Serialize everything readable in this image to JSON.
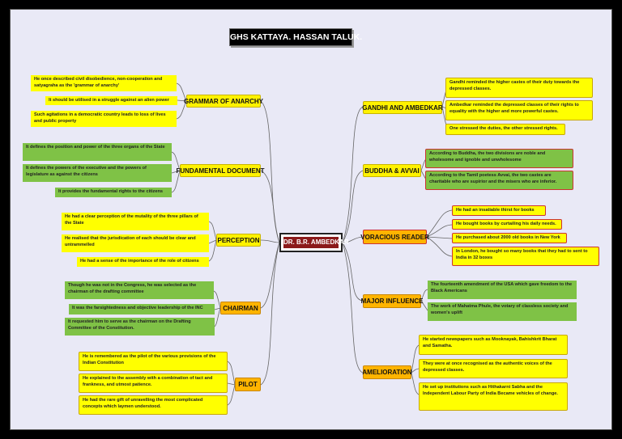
{
  "title": "GHS KATTAYA. HASSAN TALUK.",
  "center": "DR. B.R. AMBEDKAR",
  "colors": {
    "yellow": "#fff200",
    "orange": "#ffb400",
    "green": "#7fc246",
    "center": "#8b1a1a",
    "background": "#e9e9f6"
  },
  "left": [
    {
      "label": "GRAMMAR OF ANARCHY",
      "notes": [
        "He once described civil disobedience, non-cooperation  and satyagraha as the 'grammar of anarchy'",
        "It should be utilised in a struggle against an alien power",
        "Such agitations in a democratic country leads to loss of lives and public property"
      ]
    },
    {
      "label": "FUNDAMENTAL DOCUMENT",
      "notes": [
        "It defines the position and power of the three organs of the State",
        "It defines the powers of the executive and the powers of legislature as against the citizens",
        "It provides the fundamental rights to the citizens"
      ]
    },
    {
      "label": "PERCEPTION",
      "notes": [
        "He had a clear perception of the mutality of the three pillars of the State",
        "He realised that the jurisdication of each should be clear and untrammelled",
        "He had a sense of the importance of the role of citizens"
      ]
    },
    {
      "label": "CHAIRMAN",
      "notes": [
        "Though he was not in the Congress, he was selected as the chairman of the drafting committee",
        "It was the farsightedness and objective leadership of the INC",
        "It requested him to serve as the chairman on the Drafting Committee of the Constitution."
      ]
    },
    {
      "label": "PILOT",
      "notes": [
        "He is remembered as the pilot of the various provisions of the Indian Constitution",
        "He explained to the assembly with a combination  of tact and frankness, and utmost patience.",
        "He had the rare gift of unravelling the most complicated concepts which laymen understood."
      ]
    }
  ],
  "right": [
    {
      "label": "GANDHI AND AMBEDKAR",
      "notes": [
        "Gandhi reminded the higher castes of their duty towards the depressed classes.",
        "Ambedkar reminded the depressed classes of their rights to equality with the higher and more powerful castes.",
        "One stressed the duties, the other stressed rights."
      ]
    },
    {
      "label": "BUDDHA & AVVAI",
      "notes": [
        "According to Buddha,  the two  divisions are noble and wholesome and ignoble and unwholesome",
        "According to the Tamil poetess Avvai, the two castes are charitable who are supirior and the misers who are inferior."
      ]
    },
    {
      "label": "VORACIOUS READER",
      "notes": [
        "He had an insatiable thirst for books",
        "He bought books by curtailing his daily needs.",
        "He purchased about 2000 old books in New York",
        "In London, he bought so many books that they had to sent to India in 32 boxes"
      ]
    },
    {
      "label": "MAJOR INFLUENCE",
      "notes": [
        "The fourteenth amendment of the USA which gave freedom to the Black Americans",
        "The work of Mahatma Phule, the votary of classless society and women's uplift"
      ]
    },
    {
      "label": "AMELIORATION",
      "notes": [
        "He started newspapers such as Mooknayak, Bahishkrit Bharat and Samatha.",
        "They were at once recognised as the authentic voices of the depressed classes.",
        "He set up institutions such as Hithakarni Sabha and the Independent Labour Party of India Became vehicles of change."
      ]
    }
  ]
}
